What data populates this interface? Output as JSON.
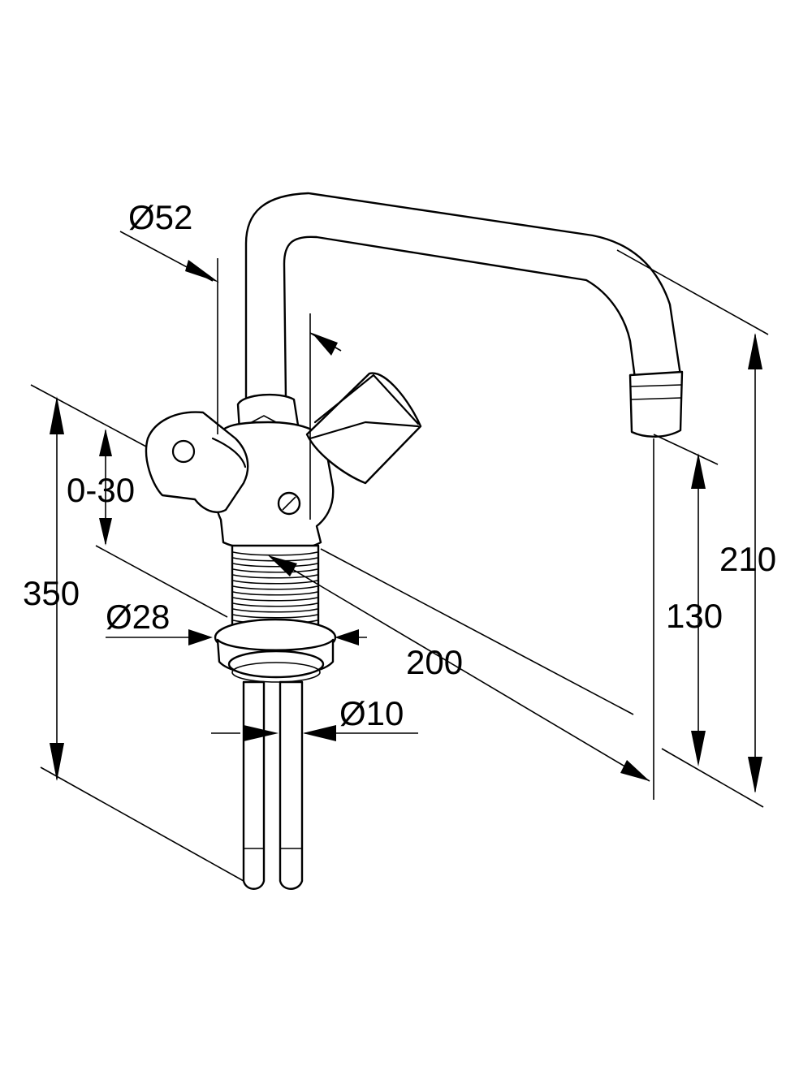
{
  "dimensions": {
    "spout_diameter": "Ø52",
    "swivel_angle": "0-30",
    "total_height": "350",
    "shank_diameter": "Ø28",
    "reach": "200",
    "hose_diameter": "Ø10",
    "outlet_height": "130",
    "spout_height": "210"
  },
  "colors": {
    "line": "#000000",
    "background": "#ffffff"
  }
}
